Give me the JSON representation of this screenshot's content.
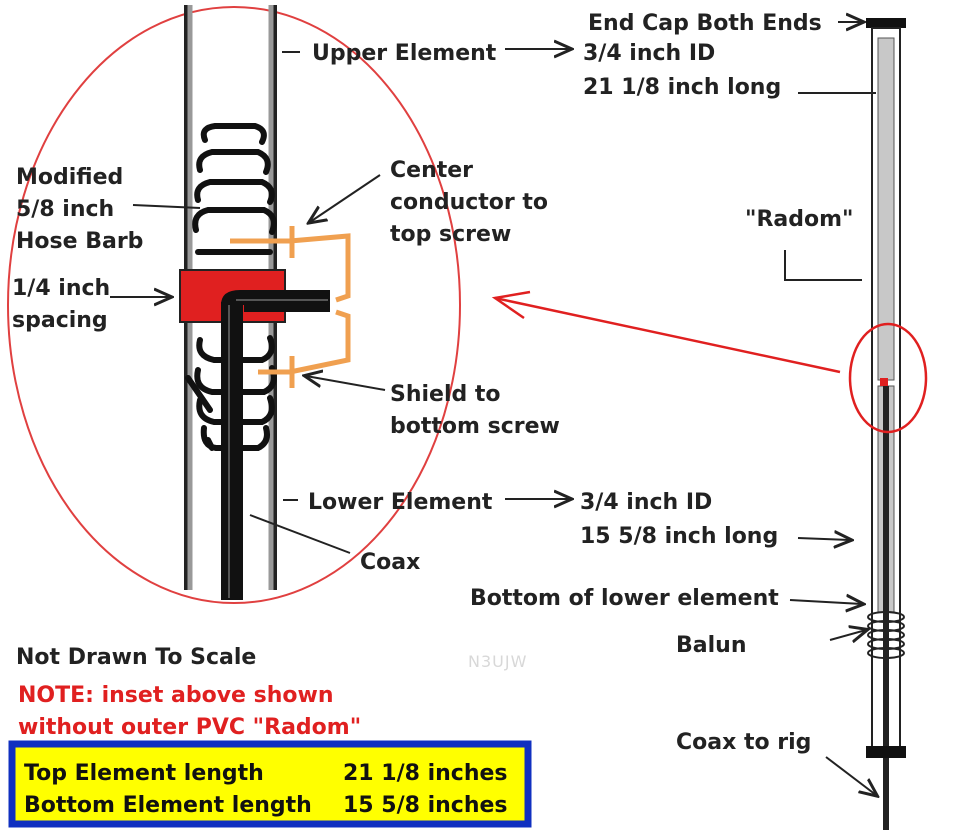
{
  "labels": {
    "upper_element": "Upper Element",
    "upper_id": "3/4 inch ID",
    "upper_len": "21 1/8 inch long",
    "modified_1": "Modified",
    "modified_2": "5/8 inch",
    "modified_3": "Hose Barb",
    "spacing_1": "1/4 inch",
    "spacing_2": "spacing",
    "center_1": "Center",
    "center_2": "conductor to",
    "center_3": "top screw",
    "shield_1": "Shield to",
    "shield_2": "bottom screw",
    "lower_element": "Lower Element",
    "lower_id": "3/4 inch ID",
    "lower_len": "15 5/8 inch long",
    "coax": "Coax",
    "end_cap": "End Cap Both Ends",
    "radom": "\"Radom\"",
    "bottom_lower": "Bottom of lower element",
    "balun": "Balun",
    "coax_rig": "Coax to rig",
    "not_scale": "Not Drawn To Scale",
    "note_1": "NOTE: inset above shown",
    "note_2": "without outer PVC \"Radom\"",
    "watermark": "N3UJW"
  },
  "summary_table": {
    "rows": [
      {
        "label": "Top Element length",
        "value": "21 1/8 inches"
      },
      {
        "label": "Bottom Element length",
        "value": "15 5/8 inches"
      }
    ]
  },
  "colors": {
    "highlight_red": "#e02020",
    "conductor_orange": "#f0a050",
    "table_fill": "#ffff00",
    "table_border": "#1030c0",
    "radom_gray": "#c8c8c8"
  }
}
